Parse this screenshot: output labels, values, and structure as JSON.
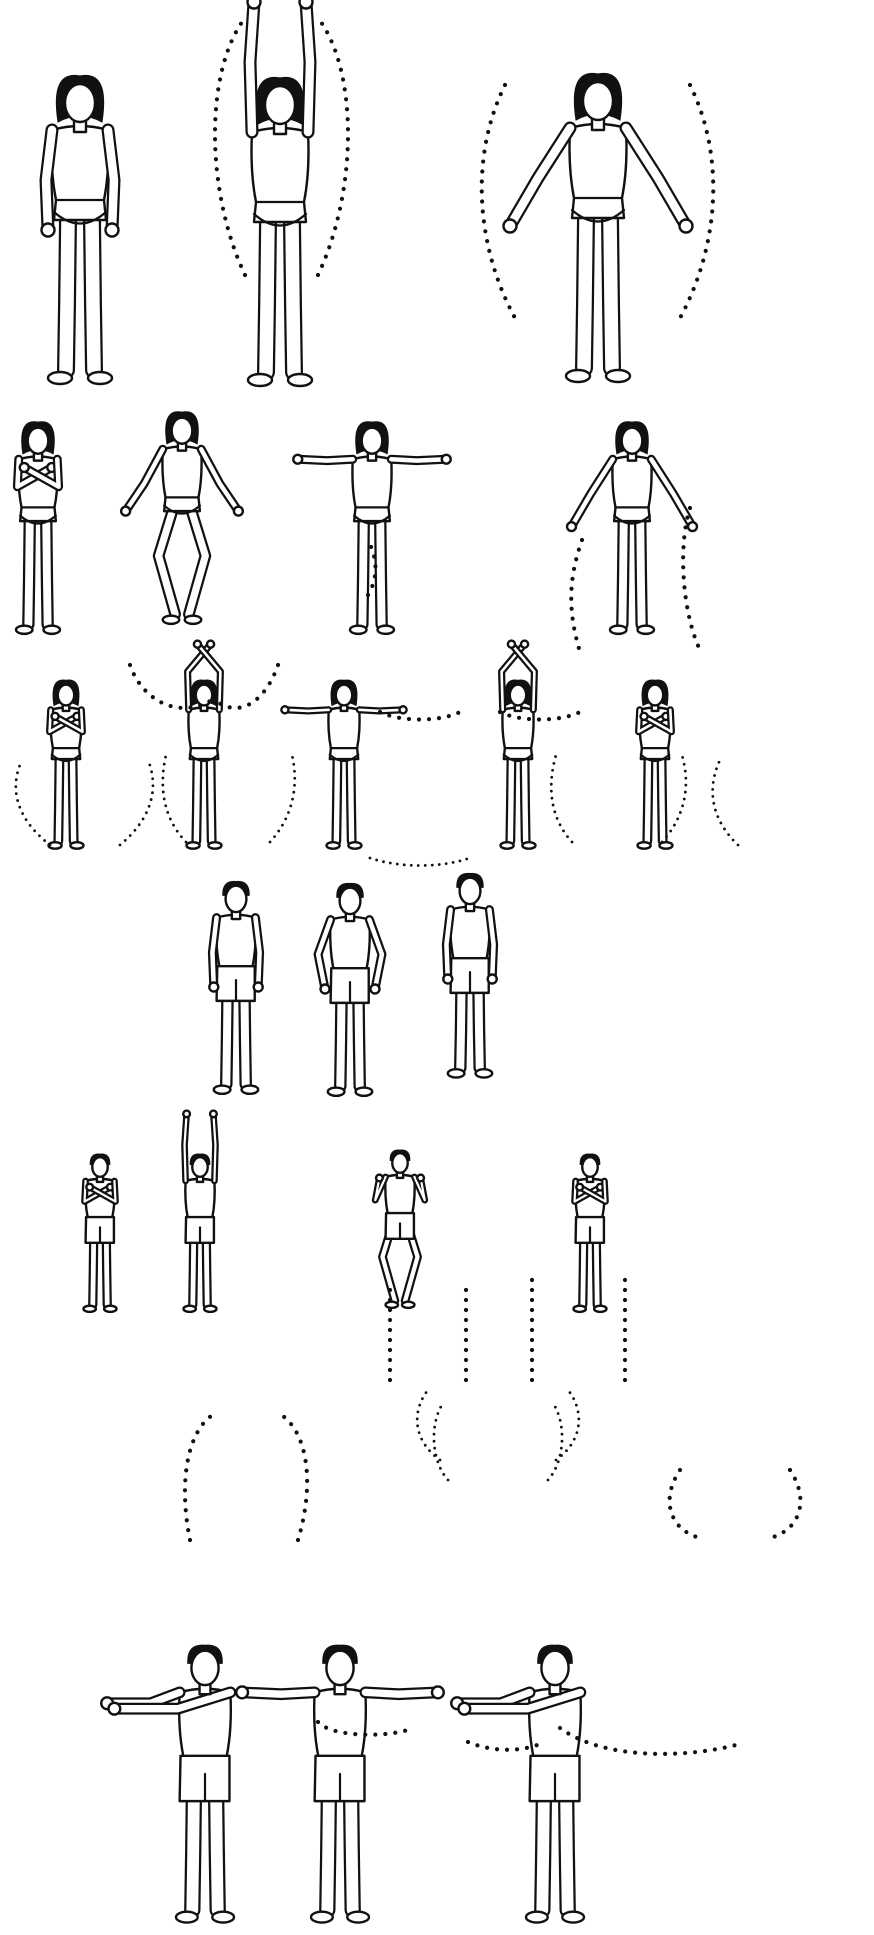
{
  "figure": {
    "rows": [
      {
        "figures": [
          {
            "pose": "arms-down"
          },
          {
            "pose": "arms-up"
          },
          {
            "pose": "arms-out-down"
          }
        ]
      },
      {
        "figures": [
          {
            "pose": "arms-crossed"
          },
          {
            "pose": "squat-arms-out"
          },
          {
            "pose": "arms-horizontal"
          },
          {
            "pose": "arms-out-down"
          }
        ]
      },
      {
        "figures": [
          {
            "pose": "arms-crossed-low"
          },
          {
            "pose": "arms-up-crossed"
          },
          {
            "pose": "arms-horizontal"
          },
          {
            "pose": "arms-up-crossed"
          },
          {
            "pose": "arms-crossed-low"
          }
        ]
      },
      {
        "figures": [
          {
            "pose": "stand"
          },
          {
            "pose": "fists-at-hips"
          },
          {
            "pose": "jump"
          }
        ]
      },
      {
        "figures": [
          {
            "pose": "arms-crossed"
          },
          {
            "pose": "arms-up"
          },
          {
            "pose": "squat-fists-up"
          },
          {
            "pose": "arms-crossed"
          }
        ]
      },
      {
        "figures": [
          {
            "pose": "arms-forward"
          },
          {
            "pose": "arms-wide"
          },
          {
            "pose": "arms-forward"
          }
        ]
      }
    ]
  }
}
